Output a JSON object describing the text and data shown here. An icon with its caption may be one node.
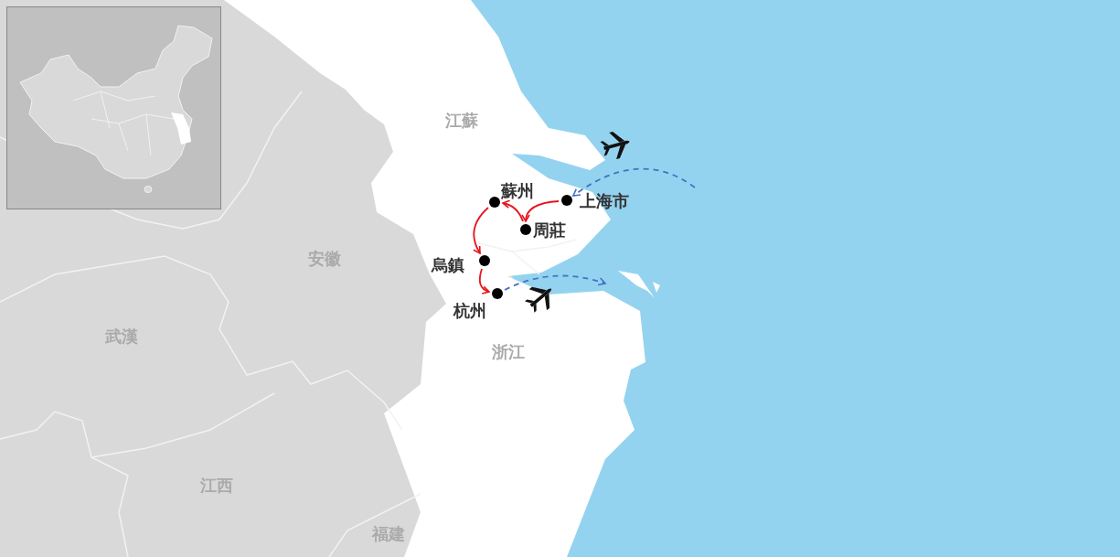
{
  "diagram": {
    "nodes": [
      {
        "text": [
          "蘇州"
        ]
      },
      {
        "text": [
          "上海市"
        ]
      },
      {
        "text": [
          "周莊"
        ]
      },
      {
        "text": [
          "烏鎮"
        ]
      },
      {
        "text": [
          "杭州"
        ]
      }
    ],
    "edges": [
      {
        "from": null,
        "to": 1,
        "arrow": "to",
        "style": "dashed",
        "color": "#4472c4"
      },
      {
        "from": 1,
        "to": 2,
        "arrow": "to"
      },
      {
        "from": 2,
        "to": 0,
        "arrow": "to"
      },
      {
        "from": 0,
        "to": 3,
        "arrow": "to"
      },
      {
        "from": 3,
        "to": 4,
        "arrow": "to"
      },
      {
        "from": 4,
        "to": null,
        "arrow": "to",
        "style": "dashed",
        "color": "#4472c4"
      }
    ],
    "labels": [
      "江蘇",
      "安徽",
      "武漢",
      "浙江",
      "江西",
      "福建"
    ]
  }
}
